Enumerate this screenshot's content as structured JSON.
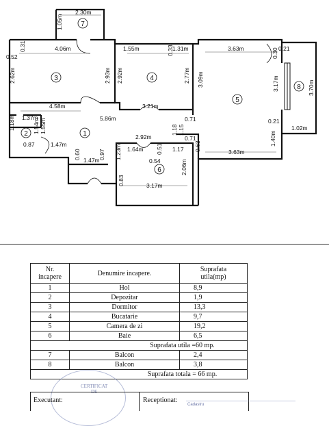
{
  "plan": {
    "dims": {
      "d_230": "2.30m",
      "d_105": "1.05m",
      "d_406": "4.06m",
      "d_031a": "0.31",
      "d_052": "0.52",
      "d_155": "1.55m",
      "d_033": "0.33",
      "d_131": "1.31m",
      "d_363top": "3.63m",
      "d_030": "0.30",
      "d_021a": "0.21",
      "d_262": "2.62m",
      "d_293": "2.93m",
      "d_292": "2.92m",
      "d_277": "2.77m",
      "d_309": "3.09m",
      "d_317": "3.17m",
      "d_370": "3.70m",
      "d_458": "4.58m",
      "d_321": "3.21m",
      "d_586": "5.86m",
      "d_137": "1.37m",
      "d_118": "1.18m",
      "d_154": "1.54m",
      "d_155b": "1.55m",
      "d_071a": "0.71",
      "d_021b": "0.21",
      "d_102": "1.02m",
      "d_087": "0.87",
      "d_147": "1.47m",
      "d_292b": "2.92m",
      "d_118b": "1.18",
      "d_115": "1.15",
      "d_071b": "0.71",
      "d_140": "1.40m",
      "d_164": "1.64m",
      "d_051": "0.51",
      "d_117": "1.17",
      "d_063": "0.63",
      "d_363b": "3.63m",
      "d_060": "0.60",
      "d_097": "0.97",
      "d_147b": "1.47m",
      "d_123": "1.23m",
      "d_054": "0.54",
      "d_206": "2.06m",
      "d_083": "0.83",
      "d_317b": "3.17m"
    },
    "rooms": {
      "r1": "1",
      "r2": "2",
      "r3": "3",
      "r4": "4",
      "r5": "5",
      "r6": "6",
      "r7": "7",
      "r8": "8"
    }
  },
  "table": {
    "h_nr": "Nr.",
    "h_nr2": "incapere",
    "h_den": "Denumire incapere.",
    "h_sup": "Suprafata",
    "h_sup2": "utila(mp)",
    "rows": [
      {
        "nr": "1",
        "name": "Hol",
        "val": "8,9"
      },
      {
        "nr": "2",
        "name": "Depozitar",
        "val": "1,9"
      },
      {
        "nr": "3",
        "name": "Dormitor",
        "val": "13,3"
      },
      {
        "nr": "4",
        "name": "Bucatarie",
        "val": "9,7"
      },
      {
        "nr": "5",
        "name": "Camera de zi",
        "val": "19,2"
      },
      {
        "nr": "6",
        "name": "Baie",
        "val": "6,5"
      }
    ],
    "sum_utila": "Suprafata utila  =60 mp.",
    "balc": [
      {
        "nr": "7",
        "name": "Balcon",
        "val": "2,4"
      },
      {
        "nr": "8",
        "name": "Balcon",
        "val": "3,8"
      }
    ],
    "sum_total": "Suprafata totala  = 66 mp."
  },
  "footer": {
    "executant": "Executant:",
    "receptionat": "Receptionat:",
    "stamp_l1": "CERTIFICAT",
    "stamp_l2": "DE",
    "right_stamp": "Cadastru"
  }
}
